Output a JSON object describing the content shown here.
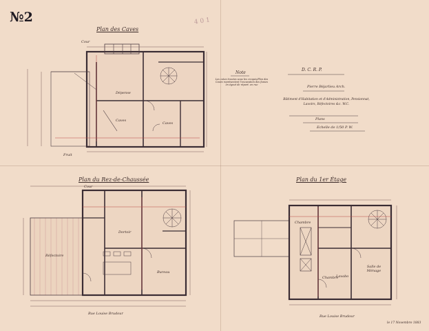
{
  "stamp": "№2",
  "pencil_note": "4 0 1",
  "plans": {
    "cave": {
      "title": "Plan des Caves",
      "label_top": "Cour",
      "label_left": "Fruit",
      "room_center": "Dépense",
      "room_mid": "Caves",
      "room_right": "Caves"
    },
    "rdc": {
      "title": "Plan du Rez-de-Chaussée",
      "label_top": "Cour",
      "room_left": "Réfectoire",
      "room_center": "Dortoir",
      "room_right": "Bureau",
      "bottom": "Rue Louise Brudour"
    },
    "etage": {
      "title": "Plan du 1er Étage",
      "room_left": "Chambre",
      "room_center": "Chambre",
      "room_right_top": "Salle de Ménage",
      "room_bottom": "Lavabo",
      "bottom": "Rue Louise Brudour"
    }
  },
  "note": {
    "title": "Note",
    "text": "Les cotes tracées sous les croquis/Plan des Caves représentent l'excavation des fosses en égout de répart. en rue"
  },
  "cartouche": {
    "line1": "D. C. R. P.",
    "line2": "Pierre Béjarlieu Arch.",
    "line3": "Bâtiment d'Habitation et d'Administration, Pensionnat, Lavoirs, Réfectoires &c. W.C.",
    "line4": "Plans",
    "line5": "Echelle de 1/50 P. W."
  },
  "date": "le 17 Novembre 1883",
  "colors": {
    "paper": "#f1dcc9",
    "ink": "#3a2c33",
    "red_ink": "#b44444",
    "wash": "#e6c9b4"
  }
}
